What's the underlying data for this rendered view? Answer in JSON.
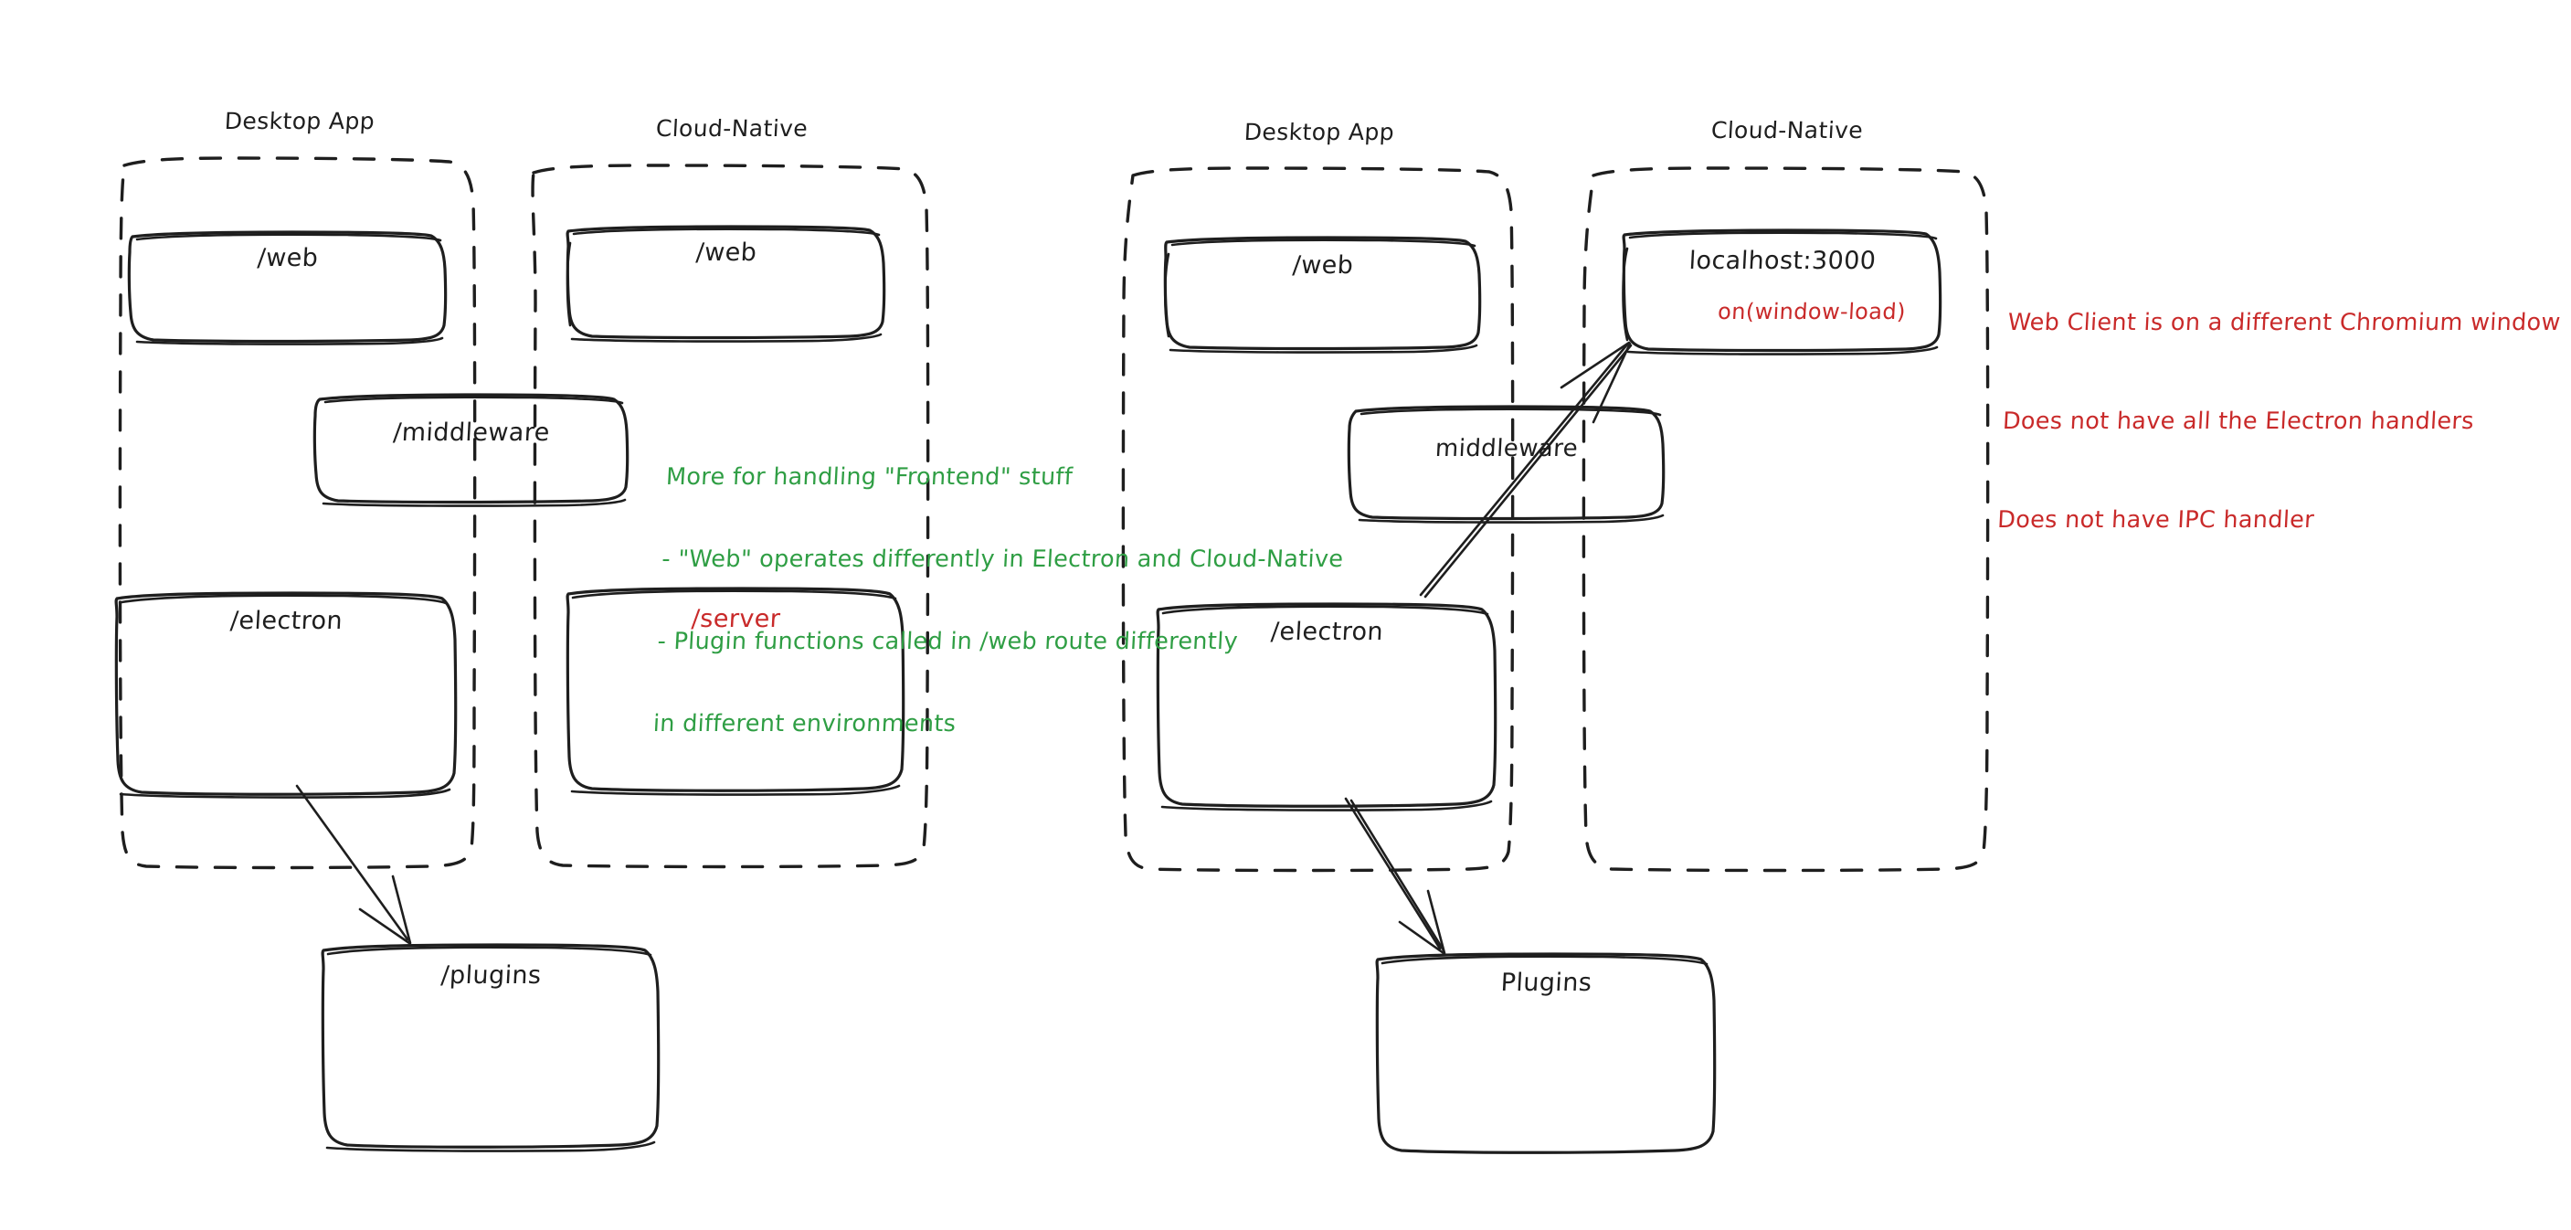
{
  "diagram": {
    "title": "Electron vs Cloud-Native architecture sketch",
    "style": "hand-drawn",
    "background": "#ffffff",
    "colors": {
      "ink": "#1e1e1e",
      "green": "#2f9e44",
      "red": "#c92a2a"
    }
  },
  "groups": [
    {
      "id": "left-desktop",
      "label": "Desktop App",
      "side": "left"
    },
    {
      "id": "left-cloud",
      "label": "Cloud-Native",
      "side": "left"
    },
    {
      "id": "right-desktop",
      "label": "Desktop App",
      "side": "right"
    },
    {
      "id": "right-cloud",
      "label": "Cloud-Native",
      "side": "right"
    }
  ],
  "nodes": [
    {
      "id": "l-web",
      "label": "/web",
      "color": "ink",
      "group": "left-desktop"
    },
    {
      "id": "l-middleware",
      "label": "/middleware",
      "color": "ink",
      "group": "left-desktop"
    },
    {
      "id": "l-electron",
      "label": "/electron",
      "color": "ink",
      "group": "left-desktop"
    },
    {
      "id": "l-cweb",
      "label": "/web",
      "color": "ink",
      "group": "left-cloud"
    },
    {
      "id": "l-server",
      "label": "/server",
      "color": "red",
      "group": "left-cloud"
    },
    {
      "id": "l-plugins",
      "label": "/plugins",
      "color": "ink",
      "group": "none"
    },
    {
      "id": "r-web",
      "label": "/web",
      "color": "ink",
      "group": "right-desktop"
    },
    {
      "id": "r-middleware",
      "label": "middleware",
      "color": "ink",
      "group": "right-desktop"
    },
    {
      "id": "r-electron",
      "label": "/electron",
      "color": "ink",
      "group": "right-desktop"
    },
    {
      "id": "r-localhost",
      "label": "localhost:3000",
      "color": "ink",
      "group": "right-cloud",
      "sublabel": "on(window-load)",
      "sublabel_color": "red"
    },
    {
      "id": "r-plugins",
      "label": "Plugins",
      "color": "ink",
      "group": "none"
    }
  ],
  "annotations": {
    "green_note": {
      "color": "#2f9e44",
      "lines": [
        "More for handling \"Frontend\" stuff",
        "- \"Web\" operates differently in Electron and Cloud-Native",
        "- Plugin functions called in /web route differently",
        "in different environments"
      ]
    },
    "red_note": {
      "color": "#c92a2a",
      "lines": [
        "Web Client is on a different Chromium window",
        "Does not have all the Electron handlers",
        "Does not have IPC handler"
      ]
    }
  },
  "arrows": [
    {
      "id": "arrow-left-electron-to-plugins",
      "from": "l-electron",
      "to": "l-plugins"
    },
    {
      "id": "arrow-right-electron-to-plugins",
      "from": "r-electron",
      "to": "r-plugins"
    },
    {
      "id": "arrow-right-electron-to-localhost",
      "from": "r-electron",
      "to": "r-localhost"
    }
  ]
}
